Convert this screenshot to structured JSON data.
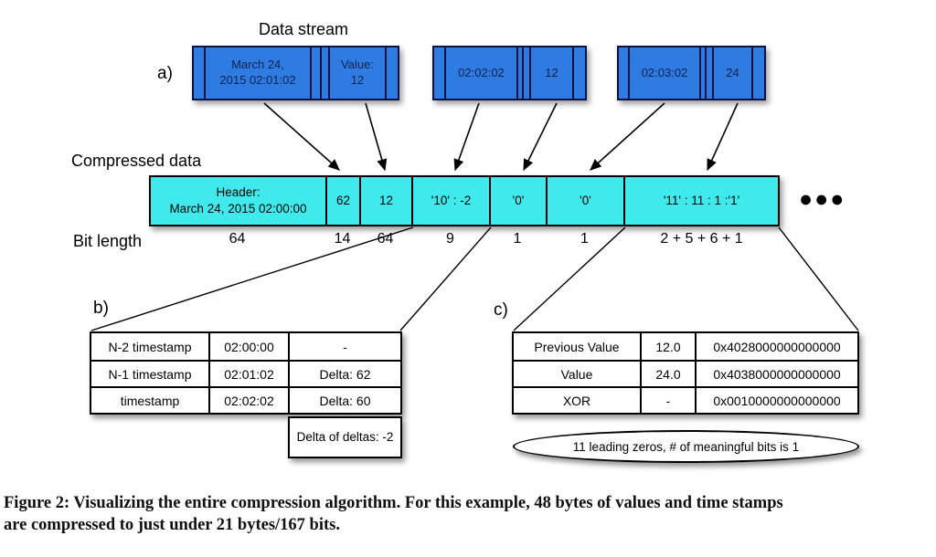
{
  "labels": {
    "data_stream": "Data stream",
    "panel_a": "a)",
    "panel_b": "b)",
    "panel_c": "c)",
    "compressed_data": "Compressed data",
    "bit_length": "Bit length",
    "ellipsis": "●●●"
  },
  "stream_boxes": [
    {
      "timestamp_line1": "March 24,",
      "timestamp_line2": "2015 02:01:02",
      "value_label": "Value:",
      "value": "12"
    },
    {
      "timestamp": "02:02:02",
      "value": "12"
    },
    {
      "timestamp": "02:03:02",
      "value": "24"
    }
  ],
  "compressed": {
    "segments": [
      {
        "line1": "Header:",
        "line2": "March 24, 2015 02:00:00",
        "bits": "64"
      },
      {
        "label": "62",
        "bits": "14"
      },
      {
        "label": "12",
        "bits": "64"
      },
      {
        "label": "'10' : -2",
        "bits": "9"
      },
      {
        "label": "'0'",
        "bits": "1"
      },
      {
        "label": "'0'",
        "bits": "1"
      },
      {
        "label": "'11' : 11 : 1 :'1'",
        "bits": "2 + 5 + 6 + 1"
      }
    ]
  },
  "table_b": {
    "rows": [
      {
        "name": "N-2 timestamp",
        "time": "02:00:00",
        "delta": "-"
      },
      {
        "name": "N-1 timestamp",
        "time": "02:01:02",
        "delta": "Delta: 62"
      },
      {
        "name": "timestamp",
        "time": "02:02:02",
        "delta": "Delta: 60"
      }
    ],
    "delta_of_deltas": "Delta of deltas: -2"
  },
  "table_c": {
    "rows": [
      {
        "name": "Previous Value",
        "value": "12.0",
        "hex": "0x4028000000000000"
      },
      {
        "name": "Value",
        "value": "24.0",
        "hex": "0x4038000000000000"
      },
      {
        "name": "XOR",
        "value": "-",
        "hex": "0x0010000000000000"
      }
    ],
    "callout": "11 leading zeros, # of meaningful bits is 1"
  },
  "caption": {
    "line1": "Figure 2: Visualizing the entire compression algorithm. For this example, 48 bytes of values and time stamps",
    "line2": "are compressed to just under 21 bytes/167 bits."
  },
  "colors": {
    "stream_fill": "#2e7ce2",
    "stream_border": "#0a1040",
    "compressed_fill": "#3fe9ec",
    "line": "#000000"
  }
}
